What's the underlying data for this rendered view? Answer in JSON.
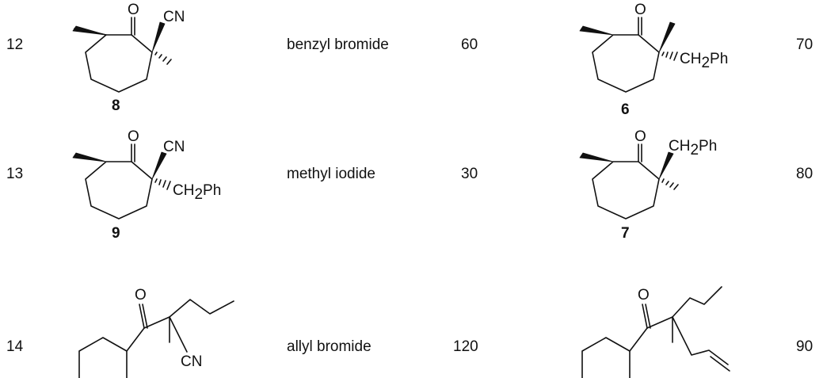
{
  "rows": [
    {
      "entry": "12",
      "substrate_compound": "8",
      "substrate_labels": {
        "o": "O",
        "cn": "CN"
      },
      "reagent": "benzyl bromide",
      "value": "60",
      "product_compound": "6",
      "product_labels": {
        "o": "O",
        "ch2ph_a": "CH",
        "ch2ph_sub": "2",
        "ch2ph_b": "Ph"
      },
      "result": "70"
    },
    {
      "entry": "13",
      "substrate_compound": "9",
      "substrate_labels": {
        "o": "O",
        "cn": "CN",
        "ch2ph_a": "CH",
        "ch2ph_sub": "2",
        "ch2ph_b": "Ph"
      },
      "reagent": "methyl iodide",
      "value": "30",
      "product_compound": "7",
      "product_labels": {
        "o": "O",
        "ch2ph_a": "CH",
        "ch2ph_sub": "2",
        "ch2ph_b": "Ph"
      },
      "result": "80"
    },
    {
      "entry": "14",
      "substrate_labels": {
        "o": "O",
        "cn": "CN"
      },
      "reagent": "allyl bromide",
      "value": "120",
      "product_labels": {
        "o": "O"
      },
      "result": "90"
    }
  ]
}
